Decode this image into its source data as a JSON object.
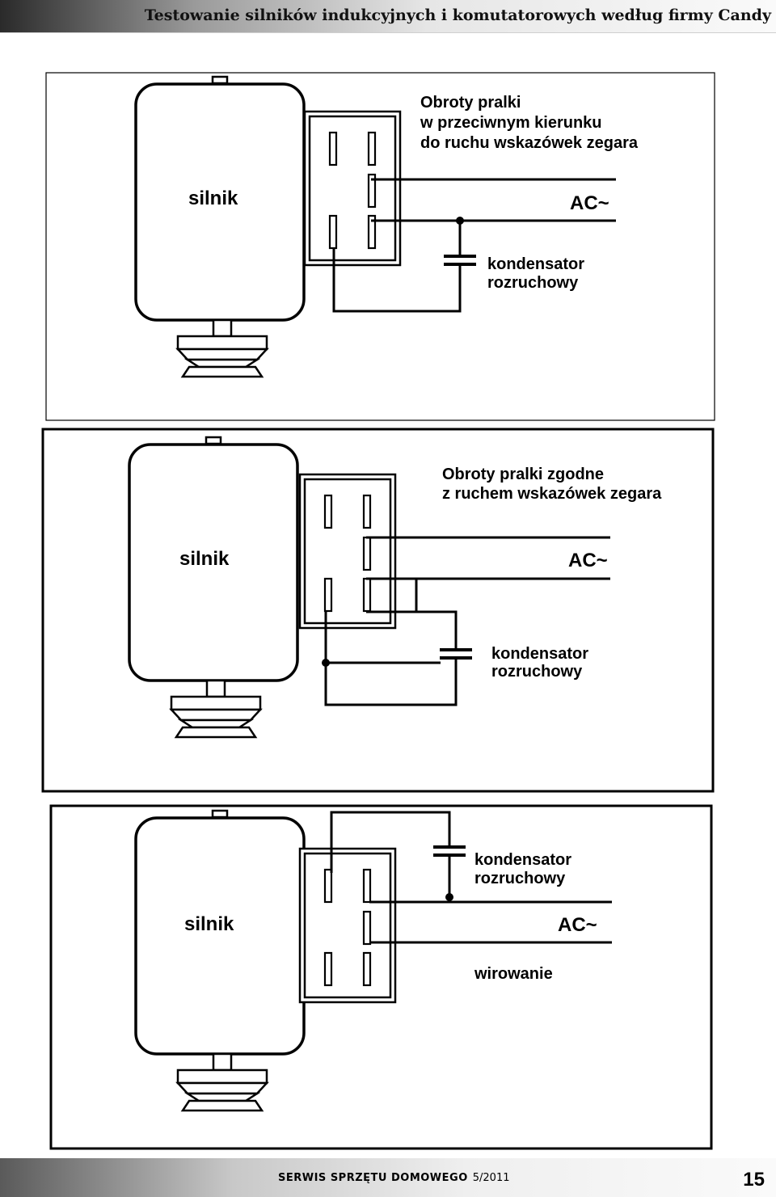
{
  "page": {
    "title": "Testowanie silników indukcyjnych i komutatorowych według firmy Candy",
    "footer_brand": "SERWIS SPRZĘTU DOMOWEGO",
    "footer_issue": "5/2011",
    "page_number": "15"
  },
  "diagrams": [
    {
      "motor_label": "silnik",
      "heading_lines": [
        "Obroty pralki",
        "w przeciwnym kierunku",
        "do ruchu wskazówek zegara"
      ],
      "ac_label": "AC~",
      "capacitor_lines": [
        "kondensator",
        "rozruchowy"
      ]
    },
    {
      "motor_label": "silnik",
      "heading_lines": [
        "Obroty pralki zgodne",
        "z ruchem wskazówek zegara"
      ],
      "ac_label": "AC~",
      "capacitor_lines": [
        "kondensator",
        "rozruchowy"
      ]
    },
    {
      "motor_label": "silnik",
      "capacitor_lines": [
        "kondensator",
        "rozruchowy"
      ],
      "ac_label": "AC~",
      "mode_label": "wirowanie"
    }
  ]
}
